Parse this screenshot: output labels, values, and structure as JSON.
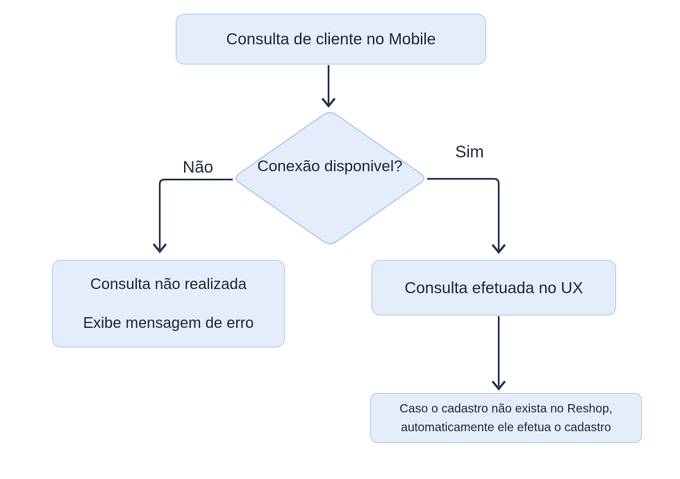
{
  "diagram": {
    "type": "flowchart",
    "nodes": {
      "start": {
        "label": "Consulta de cliente no Mobile"
      },
      "decision": {
        "lines": [
          "Conexão",
          "disponivel?"
        ]
      },
      "query_failed": {
        "lines": [
          "Consulta não realizada",
          "Exibe mensagem de erro"
        ]
      },
      "query_success": {
        "label": "Consulta efetuada no UX"
      },
      "auto_register": {
        "lines": [
          "Caso o cadastro não exista no Reshop,",
          "automaticamente ele efetua o cadastro"
        ]
      }
    },
    "edge_labels": {
      "no": "Não",
      "yes": "Sim"
    },
    "colors": {
      "node_fill": "#e4edf9",
      "node_border": "#a9c5e8",
      "text": "#1d2838",
      "arrow": "#24324a",
      "background": "#ffffff"
    }
  }
}
